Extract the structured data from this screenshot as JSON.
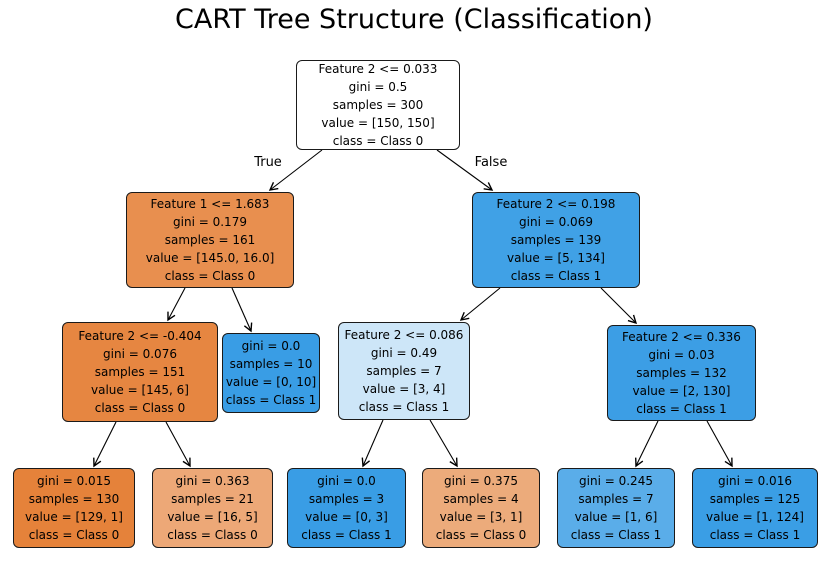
{
  "title": "CART Tree Structure (Classification)",
  "edge_labels": {
    "true_label": "True",
    "false_label": "False"
  },
  "class_colors": {
    "class0": "#e58139",
    "class1": "#399de5"
  },
  "nodes": {
    "root": {
      "fill": "#ffffff",
      "lines": [
        "Feature 2 <= 0.033",
        "gini = 0.5",
        "samples = 300",
        "value = [150, 150]",
        "class = Class 0"
      ]
    },
    "l2_left": {
      "fill": "#e88f4f",
      "lines": [
        "Feature 1 <= 1.683",
        "gini = 0.179",
        "samples = 161",
        "value = [145.0, 16.0]",
        "class = Class 0"
      ]
    },
    "l2_right": {
      "fill": "#40a1e6",
      "lines": [
        "Feature 2 <= 0.198",
        "gini = 0.069",
        "samples = 139",
        "value = [5, 134]",
        "class = Class 1"
      ]
    },
    "l3_n1": {
      "fill": "#e68641",
      "lines": [
        "Feature 2 <= -0.404",
        "gini = 0.076",
        "samples = 151",
        "value = [145, 6]",
        "class = Class 0"
      ]
    },
    "l3_n2": {
      "fill": "#399de5",
      "lines": [
        "gini = 0.0",
        "samples = 10",
        "value = [0, 10]",
        "class = Class 1"
      ]
    },
    "l3_n3": {
      "fill": "#cde6f8",
      "lines": [
        "Feature 2 <= 0.086",
        "gini = 0.49",
        "samples = 7",
        "value = [3, 4]",
        "class = Class 1"
      ]
    },
    "l3_n4": {
      "fill": "#3c9ee5",
      "lines": [
        "Feature 2 <= 0.336",
        "gini = 0.03",
        "samples = 132",
        "value = [2, 130]",
        "class = Class 1"
      ]
    },
    "leaf1": {
      "fill": "#e5823a",
      "lines": [
        "gini = 0.015",
        "samples = 130",
        "value = [129, 1]",
        "class = Class 0"
      ]
    },
    "leaf2": {
      "fill": "#eda877",
      "lines": [
        "gini = 0.363",
        "samples = 21",
        "value = [16, 5]",
        "class = Class 0"
      ]
    },
    "leaf3": {
      "fill": "#399de5",
      "lines": [
        "gini = 0.0",
        "samples = 3",
        "value = [0, 3]",
        "class = Class 1"
      ]
    },
    "leaf4": {
      "fill": "#ecab7b",
      "lines": [
        "gini = 0.375",
        "samples = 4",
        "value = [3, 1]",
        "class = Class 0"
      ]
    },
    "leaf5": {
      "fill": "#5aade9",
      "lines": [
        "gini = 0.245",
        "samples = 7",
        "value = [1, 6]",
        "class = Class 1"
      ]
    },
    "leaf6": {
      "fill": "#3a9ee5",
      "lines": [
        "gini = 0.016",
        "samples = 125",
        "value = [1, 124]",
        "class = Class 1"
      ]
    }
  },
  "edges": [
    {
      "from": "root",
      "to": "l2_left",
      "label": "True"
    },
    {
      "from": "root",
      "to": "l2_right",
      "label": "False"
    },
    {
      "from": "l2_left",
      "to": "l3_n1"
    },
    {
      "from": "l2_left",
      "to": "l3_n2"
    },
    {
      "from": "l2_right",
      "to": "l3_n3"
    },
    {
      "from": "l2_right",
      "to": "l3_n4"
    },
    {
      "from": "l3_n1",
      "to": "leaf1"
    },
    {
      "from": "l3_n1",
      "to": "leaf2"
    },
    {
      "from": "l3_n3",
      "to": "leaf3"
    },
    {
      "from": "l3_n3",
      "to": "leaf4"
    },
    {
      "from": "l3_n4",
      "to": "leaf5"
    },
    {
      "from": "l3_n4",
      "to": "leaf6"
    }
  ]
}
